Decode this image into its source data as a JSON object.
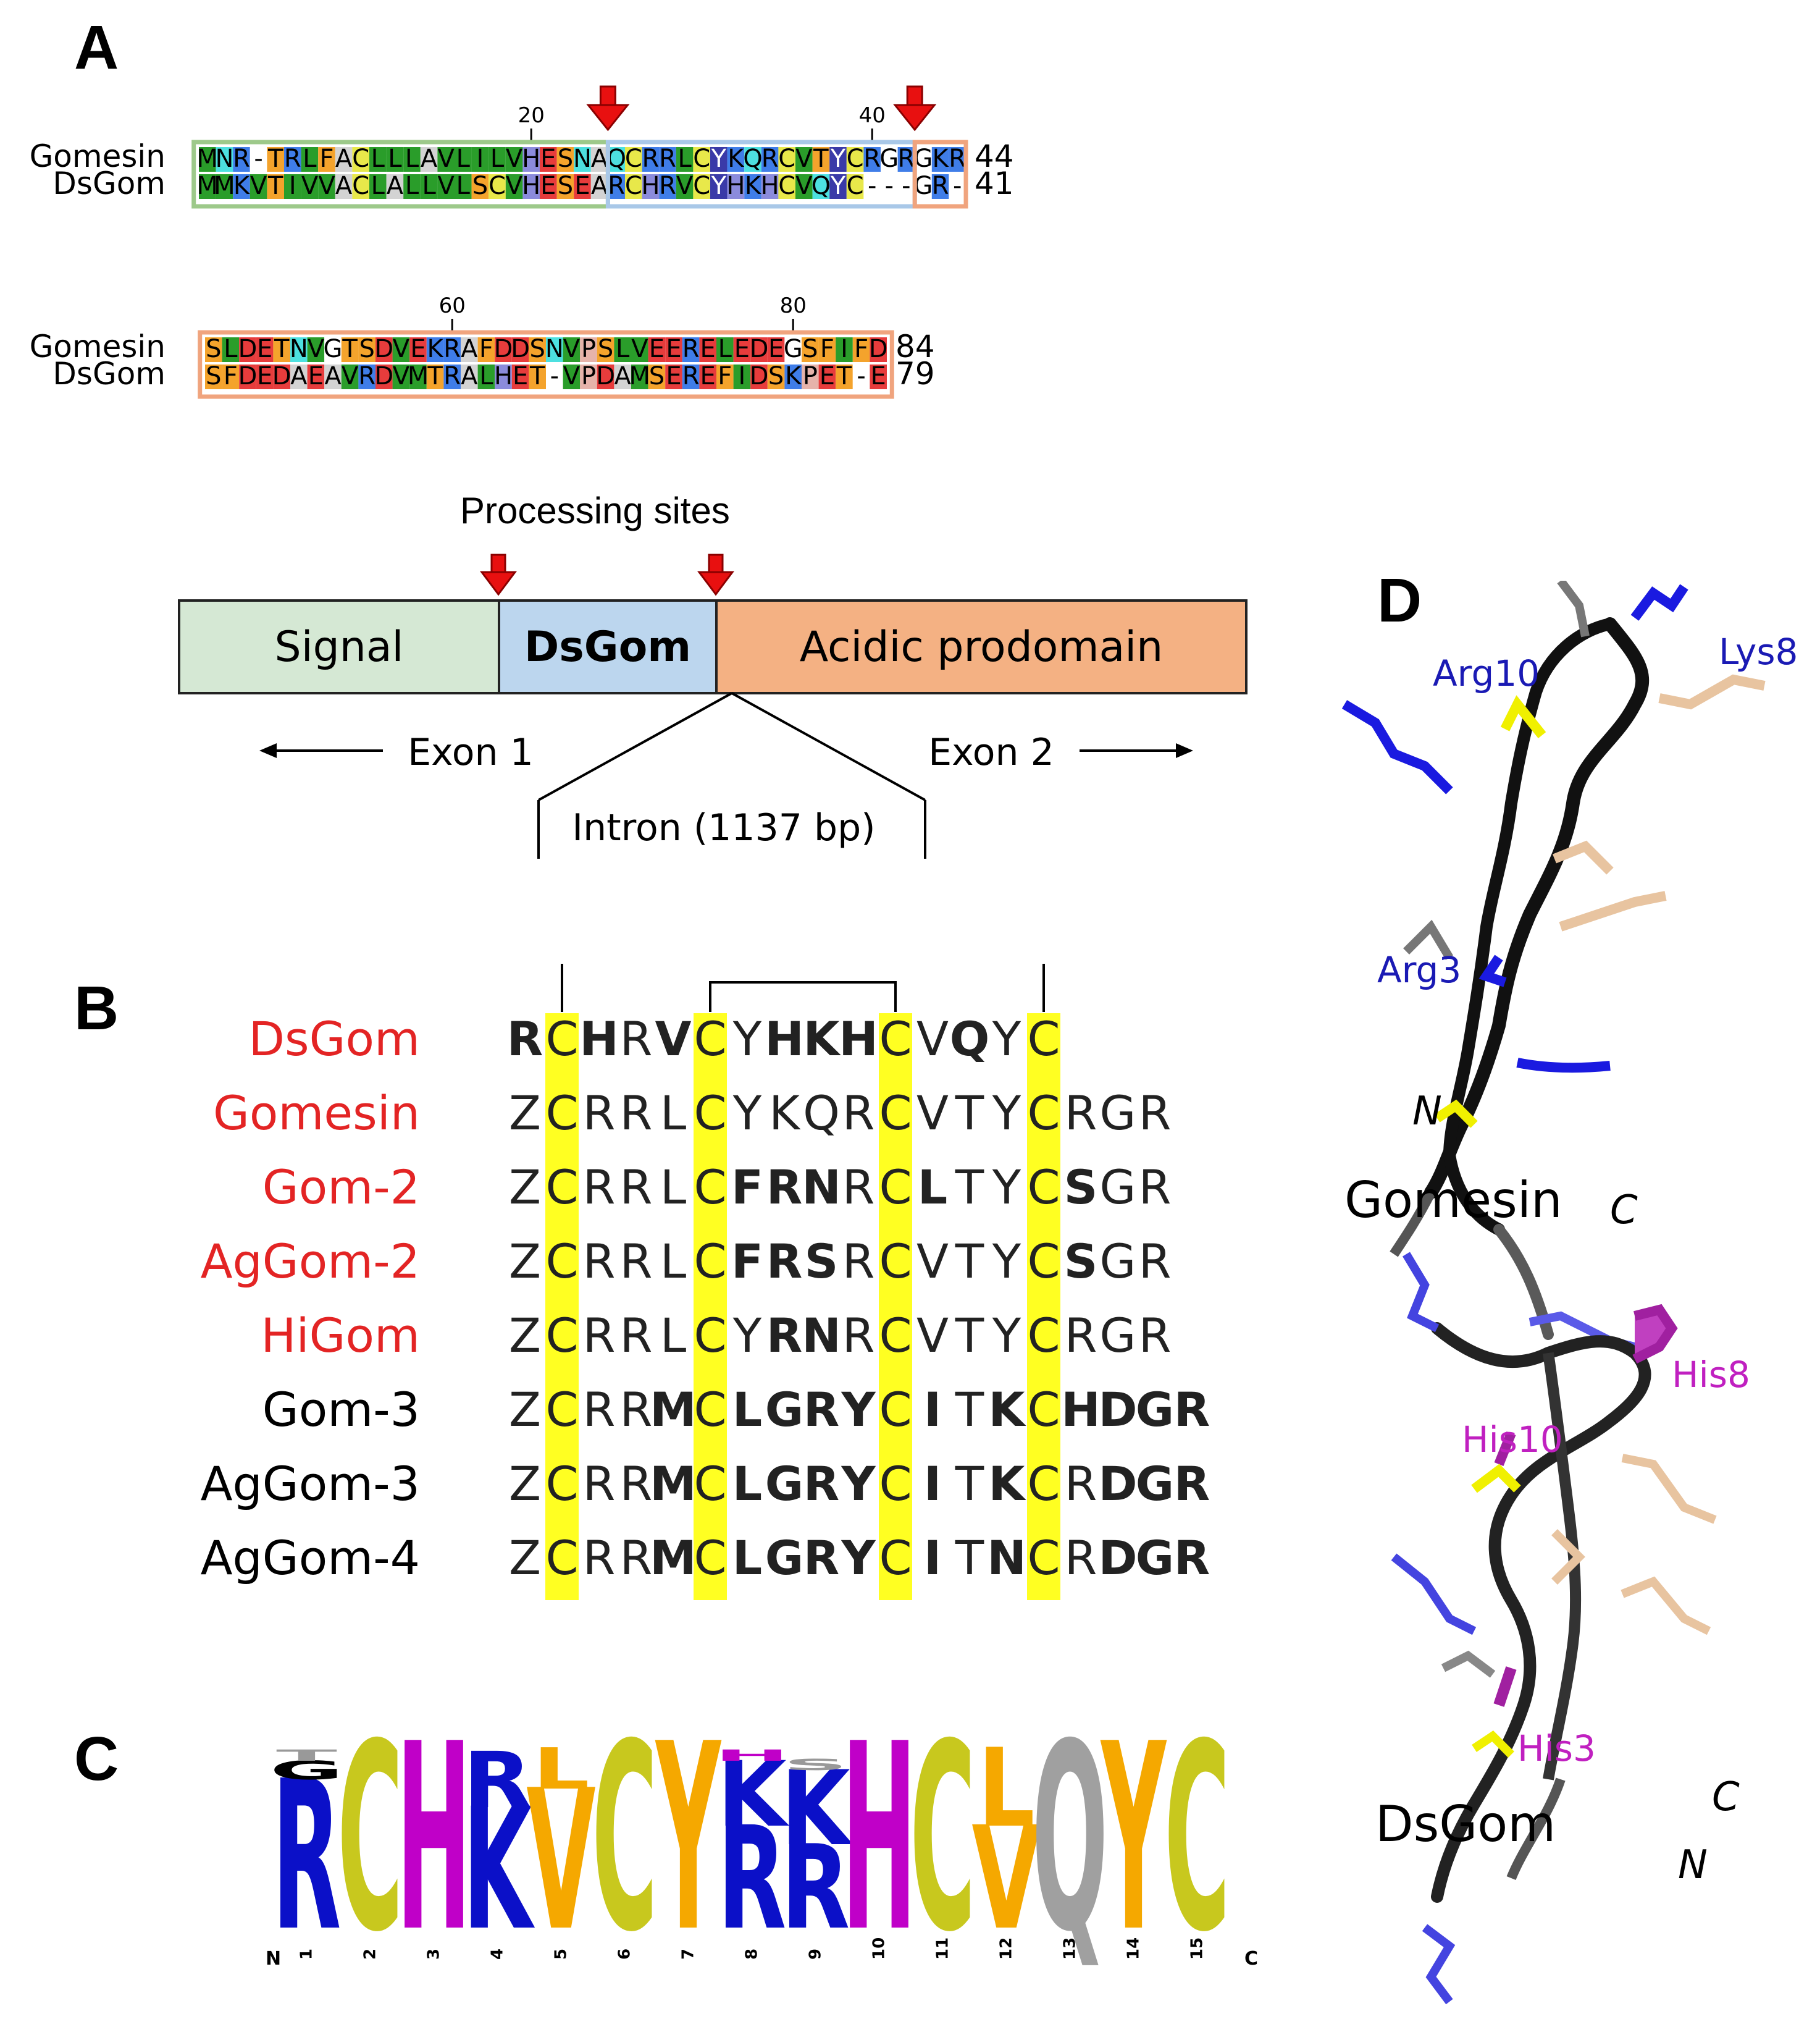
{
  "panels": {
    "A": "A",
    "B": "B",
    "C": "C",
    "D": "D"
  },
  "alignment": {
    "row1": {
      "names": [
        "Gomesin",
        "DsGom"
      ],
      "ends": [
        "44",
        "41"
      ],
      "seqs": [
        "MNR-TRLFACLLLAVLILVHESNAQCRRLCYKQRCVTYCRGRGKR",
        "MMKVTIVVACLALLVLSCVHESEARCHRVCYHKHCVQYC---GR-"
      ],
      "ticks": [
        "20",
        "40"
      ]
    },
    "row2": {
      "names": [
        "Gomesin",
        "DsGom"
      ],
      "ends": [
        "84",
        "79"
      ],
      "seqs": [
        "SLDETNVGTSDVEKRAFDDSNVPSLVEERELEDEGSFIFD",
        "SFDEDAEAVRDVMTRALHET-VPDAMSEREFIDSKPET-E"
      ],
      "ticks": [
        "60",
        "80"
      ]
    },
    "aa_colors": {
      "A": "#d3d3d3",
      "C": "#e8e84a",
      "D": "#e73c3c",
      "E": "#e73c3c",
      "F": "#f4a32c",
      "G": "#ffffff",
      "H": "#8b8bdc",
      "I": "#2a9d2a",
      "K": "#3f7de8",
      "L": "#2a9d2a",
      "M": "#2a9d2a",
      "N": "#4de0e0",
      "P": "#e6b3aa",
      "Q": "#4de0e0",
      "R": "#3f7de8",
      "S": "#f4a32c",
      "T": "#f4a32c",
      "V": "#2a9d2a",
      "W": "#f4a32c",
      "Y": "#3a3aa8",
      "-": "#ffffff"
    },
    "box_colors": {
      "signal": "#9dc98a",
      "mature": "#a9c8e8",
      "pro": "#f0a47e"
    }
  },
  "gene": {
    "processing_label": "Processing sites",
    "segments": [
      {
        "label": "Signal",
        "color": "#d5e8d4"
      },
      {
        "label": "DsGom",
        "color": "#bcd6ee"
      },
      {
        "label": "Acidic prodomain",
        "color": "#f4b183"
      }
    ],
    "exon1": "Exon 1",
    "exon2": "Exon 2",
    "intron": "Intron (1137 bp)"
  },
  "panelB": {
    "rows": [
      {
        "name": "DsGom",
        "color": "#e32424",
        "seq": "RCHRVCYHKHCVQYC",
        "bold": [
          0,
          2,
          4,
          7,
          8,
          9,
          12
        ]
      },
      {
        "name": "Gomesin",
        "color": "#e32424",
        "seq": "ZCRRLCYKQRCVTYCRGR",
        "bold": []
      },
      {
        "name": "Gom-2",
        "color": "#e32424",
        "seq": "ZCRRLCFRNRCLTYCSGR",
        "bold": [
          6,
          7,
          8,
          11,
          15
        ]
      },
      {
        "name": "AgGom-2",
        "color": "#e32424",
        "seq": "ZCRRLCFRSRCVTYCSGR",
        "bold": [
          6,
          7,
          8,
          15
        ]
      },
      {
        "name": "HiGom",
        "color": "#e32424",
        "seq": "ZCRRLCYRNRCVTYCRGR",
        "bold": [
          7,
          8
        ]
      },
      {
        "name": "Gom-3",
        "color": "#000000",
        "seq": "ZCRRMCLGRYCITKCHDGR",
        "bold": [
          4,
          6,
          7,
          8,
          9,
          11,
          13,
          15,
          16,
          17,
          18
        ]
      },
      {
        "name": "AgGom-3",
        "color": "#000000",
        "seq": "ZCRRMCLGRYCITKCRDGR",
        "bold": [
          4,
          6,
          7,
          8,
          9,
          11,
          13,
          16,
          17,
          18
        ]
      },
      {
        "name": "AgGom-4",
        "color": "#000000",
        "seq": "ZCRRMCLGRYCITNCRDGR",
        "bold": [
          4,
          6,
          7,
          8,
          9,
          11,
          13,
          16,
          17,
          18
        ]
      }
    ],
    "cys_positions": [
      1,
      5,
      10,
      14
    ]
  },
  "logo": {
    "n_label": "N",
    "c_label": "C",
    "positions": [
      "1",
      "2",
      "3",
      "4",
      "5",
      "6",
      "7",
      "8",
      "9",
      "10",
      "11",
      "12",
      "13",
      "14",
      "15"
    ],
    "columns": [
      [
        {
          "l": "R",
          "c": "#0b10c8",
          "h": 0.8
        },
        {
          "l": "G",
          "c": "#000000",
          "h": 0.1
        },
        {
          "l": "T",
          "c": "#999999",
          "h": 0.06
        }
      ],
      [
        {
          "l": "C",
          "c": "#c8c81e",
          "h": 1.0
        }
      ],
      [
        {
          "l": "H",
          "c": "#c000c8",
          "h": 1.0
        }
      ],
      [
        {
          "l": "K",
          "c": "#0b10c8",
          "h": 0.65
        },
        {
          "l": "R",
          "c": "#0b10c8",
          "h": 0.3
        }
      ],
      [
        {
          "l": "V",
          "c": "#f5a800",
          "h": 0.75
        },
        {
          "l": "L",
          "c": "#f5a800",
          "h": 0.22
        }
      ],
      [
        {
          "l": "C",
          "c": "#c8c81e",
          "h": 1.0
        }
      ],
      [
        {
          "l": "Y",
          "c": "#f5a800",
          "h": 1.0
        }
      ],
      [
        {
          "l": "R",
          "c": "#0b10c8",
          "h": 0.55
        },
        {
          "l": "K",
          "c": "#0b10c8",
          "h": 0.35
        },
        {
          "l": "H",
          "c": "#c000c8",
          "h": 0.06
        }
      ],
      [
        {
          "l": "R",
          "c": "#0b10c8",
          "h": 0.45
        },
        {
          "l": "K",
          "c": "#0b10c8",
          "h": 0.4
        },
        {
          "l": "S",
          "c": "#999999",
          "h": 0.06
        }
      ],
      [
        {
          "l": "H",
          "c": "#c000c8",
          "h": 1.0
        }
      ],
      [
        {
          "l": "C",
          "c": "#c8c81e",
          "h": 1.0
        }
      ],
      [
        {
          "l": "V",
          "c": "#f5a800",
          "h": 0.55
        },
        {
          "l": "L",
          "c": "#f5a800",
          "h": 0.42
        }
      ],
      [
        {
          "l": "Q",
          "c": "#a0a0a0",
          "h": 1.0
        }
      ],
      [
        {
          "l": "Y",
          "c": "#f5a800",
          "h": 1.0
        }
      ],
      [
        {
          "l": "C",
          "c": "#c8c81e",
          "h": 1.0
        }
      ]
    ]
  },
  "panelD": {
    "top": {
      "name": "Gomesin",
      "labels": [
        "Arg10",
        "Lys8",
        "Arg3"
      ],
      "n": "N",
      "c": "C"
    },
    "bottom": {
      "name": "DsGom",
      "labels": [
        "His8",
        "His10",
        "His3"
      ],
      "n": "N",
      "c": "C"
    }
  }
}
